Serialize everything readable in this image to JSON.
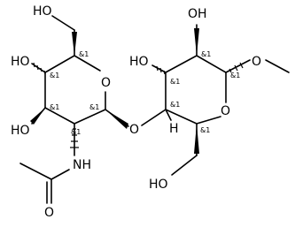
{
  "molecule": {
    "atoms": {
      "ho_top": "HO",
      "ho_left_upper": "HO",
      "ho_left_lower": "HO",
      "o_ring_left": "O",
      "o_bridge": "O",
      "nh": "NH",
      "o_carbonyl": "O",
      "ho_right_top": "OH",
      "ho_right_left": "HO",
      "o_ring_right": "O",
      "o_methoxy": "O",
      "h_c4": "H",
      "ho_bottom": "HO"
    },
    "stereo_label": "&1"
  }
}
